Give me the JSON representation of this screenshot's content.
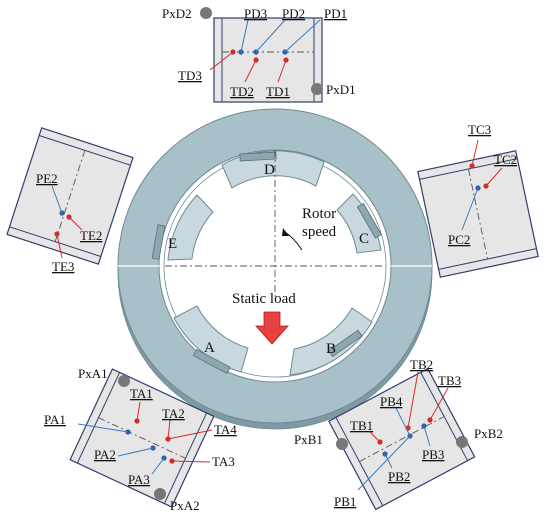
{
  "housing": {
    "bearing_labels": {
      "A": "A",
      "B": "B",
      "C": "C",
      "D": "D",
      "E": "E"
    },
    "rotor_speed_line1": "Rotor",
    "rotor_speed_line2": "speed",
    "static_load": "Static load"
  },
  "sensor_blocks": {
    "D": {
      "PxD2": "PxD2",
      "PxD1": "PxD1",
      "PD3": "PD3",
      "PD2": "PD2",
      "PD1": "PD1",
      "TD3": "TD3",
      "TD2": "TD2",
      "TD1": "TD1"
    },
    "E": {
      "PE2": "PE2",
      "TE2": "TE2",
      "TE3": "TE3"
    },
    "C": {
      "TC3": "TC3",
      "TC2": "TC2",
      "PC2": "PC2"
    },
    "A": {
      "PxA1": "PxA1",
      "PxA2": "PxA2",
      "TA1": "TA1",
      "TA2": "TA2",
      "TA4": "TA4",
      "TA3": "TA3",
      "PA1": "PA1",
      "PA2": "PA2",
      "PA3": "PA3"
    },
    "B": {
      "TB2": "TB2",
      "TB3": "TB3",
      "PB4": "PB4",
      "TB1": "TB1",
      "PxB1": "PxB1",
      "PxB2": "PxB2",
      "PB3": "PB3",
      "PB2": "PB2",
      "PB1": "PB1"
    }
  },
  "colors": {
    "housing": "#a8c0c8",
    "housing_stroke": "#6f8a94",
    "pad": "#c9d8de",
    "panel": "#e6e6e6",
    "panel_stroke": "#2f3e6b",
    "temperature_dot": "#d62b2b",
    "pressure_dot": "#2f5fae",
    "probe": "#777777",
    "load_arrow": "#e84040"
  }
}
